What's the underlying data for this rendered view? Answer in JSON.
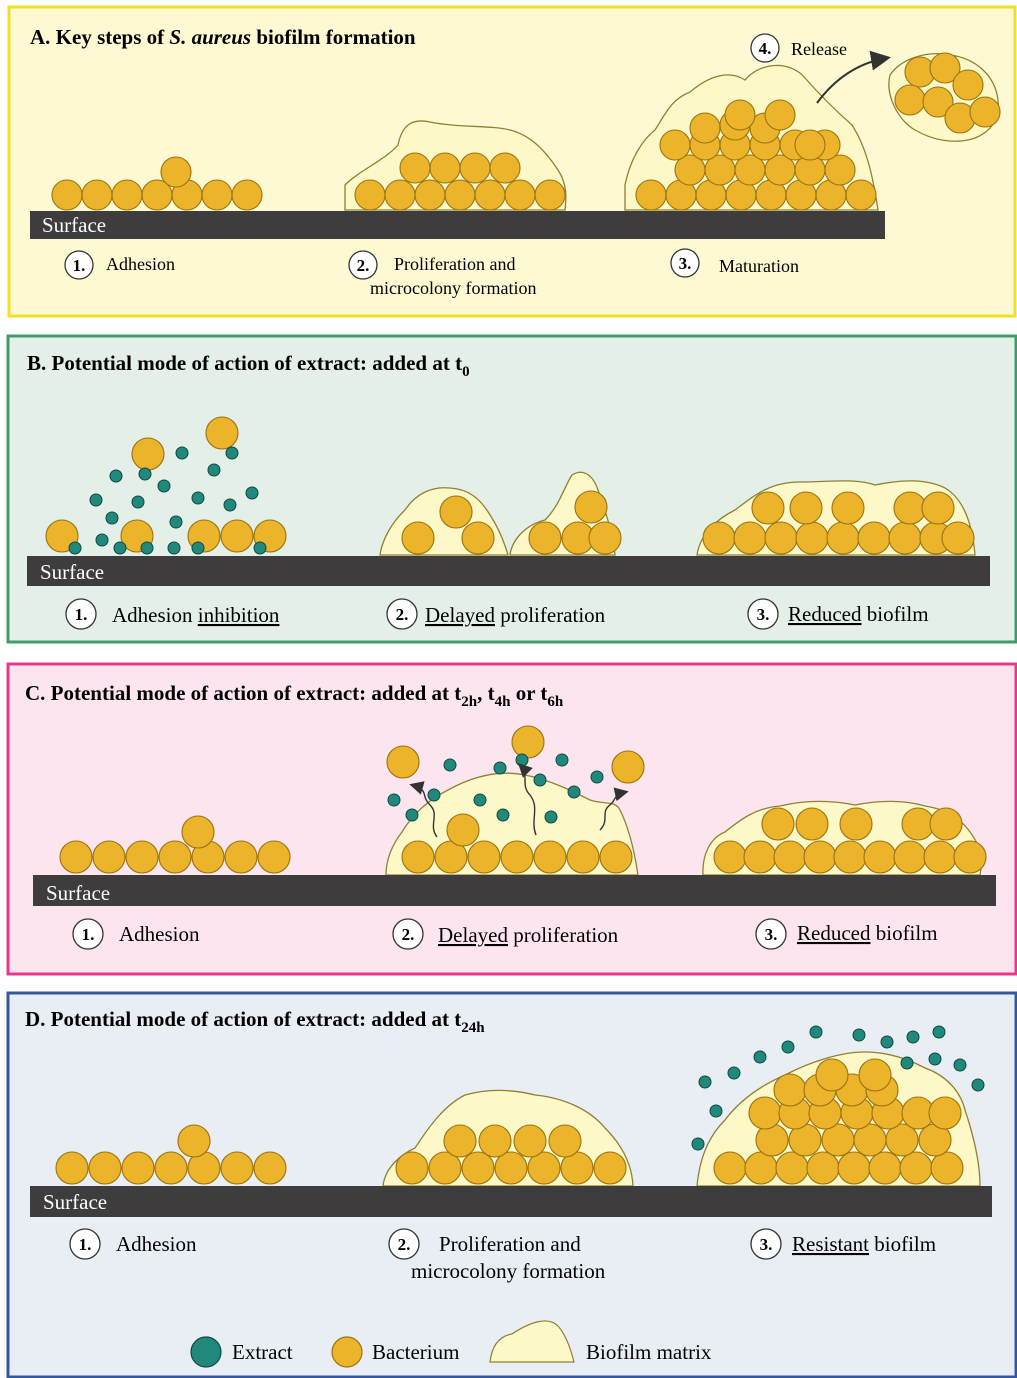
{
  "colors": {
    "panel_a_bg": "#fdf9d3",
    "panel_a_border": "#f2de25",
    "panel_b_bg": "#e4efe8",
    "panel_b_border": "#3f9b69",
    "panel_c_bg": "#fde5ef",
    "panel_c_border": "#e8388c",
    "panel_d_bg": "#e8eef4",
    "panel_d_border": "#33589f",
    "bacterium": "#ebb42a",
    "bacterium_edge": "#9a7410",
    "extract": "#21897c",
    "extract_edge": "#0f4a43",
    "matrix": "#fdf8c8",
    "matrix_edge": "#8e8133",
    "surface": "#3e3c3c"
  },
  "panel_a": {
    "title_prefix": "A.  Key steps of ",
    "title_italic": "S. aureus",
    "title_suffix": " biofilm formation",
    "surface": "Surface",
    "steps": [
      {
        "num": "1.",
        "label": "Adhesion"
      },
      {
        "num": "2.",
        "label_line1": "Proliferation and",
        "label_line2": "microcolony formation"
      },
      {
        "num": "3.",
        "label": "Maturation"
      },
      {
        "num": "4.",
        "label": "Release"
      }
    ]
  },
  "panel_b": {
    "title": "B.  Potential mode of action of extract: added at t",
    "title_sub": "0",
    "surface": "Surface",
    "steps": [
      {
        "num": "1.",
        "pre": "Adhesion ",
        "u": "inhibition",
        "post": ""
      },
      {
        "num": "2.",
        "pre": "",
        "u": "Delayed",
        "post": " proliferation"
      },
      {
        "num": "3.",
        "pre": "",
        "u": "Reduced",
        "post": " biofilm"
      }
    ]
  },
  "panel_c": {
    "title": "C.  Potential mode of action of extract: added at t",
    "sub1": "2h",
    "sep1": ", t",
    "sub2": "4h",
    "sep2": " or t",
    "sub3": "6h",
    "surface": "Surface",
    "steps": [
      {
        "num": "1.",
        "label": "Adhesion"
      },
      {
        "num": "2.",
        "pre": "",
        "u": "Delayed",
        "post": " proliferation"
      },
      {
        "num": "3.",
        "pre": "",
        "u": "Reduced",
        "post": " biofilm"
      }
    ]
  },
  "panel_d": {
    "title": "D.  Potential mode of action of extract: added at t",
    "title_sub": "24h",
    "surface": "Surface",
    "steps": [
      {
        "num": "1.",
        "label": "Adhesion"
      },
      {
        "num": "2.",
        "label_line1": "Proliferation and",
        "label_line2": "microcolony formation"
      },
      {
        "num": "3.",
        "pre": "",
        "u": "Resistant",
        "post": " biofilm"
      }
    ]
  },
  "legend": {
    "extract": "Extract",
    "bacterium": "Bacterium",
    "matrix": "Biofilm matrix"
  }
}
